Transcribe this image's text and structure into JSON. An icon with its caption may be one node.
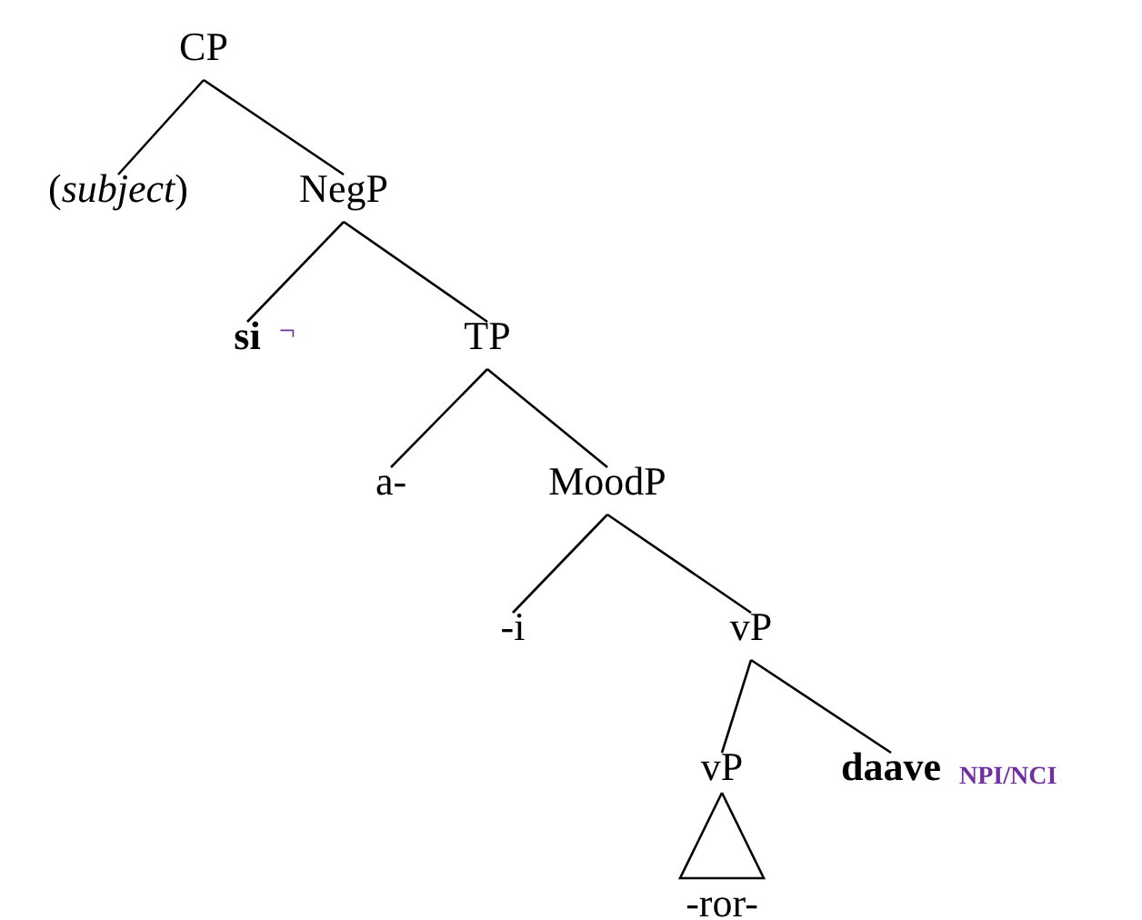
{
  "diagram": {
    "nodes": [
      {
        "text": [
          "CP"
        ]
      },
      {
        "text": [
          "(*subject*)"
        ]
      },
      {
        "text": [
          "NegP"
        ]
      },
      {
        "text": [
          "si"
        ],
        "beside": [
          "¬"
        ]
      },
      {
        "text": [
          "TP"
        ]
      },
      {
        "text": [
          "a-"
        ]
      },
      {
        "text": [
          "MoodP"
        ]
      },
      {
        "text": [
          "-i"
        ]
      },
      {
        "text": [
          "vP"
        ]
      },
      {
        "text": [
          "vP"
        ]
      },
      {
        "text": [
          "daave"
        ],
        "beside": [
          "NPI/NCI"
        ]
      },
      {
        "text": [
          "-ror-"
        ]
      }
    ],
    "edges": [
      {
        "from": 0,
        "to": 1,
        "arrow": "none"
      },
      {
        "from": 0,
        "to": 2,
        "arrow": "none"
      },
      {
        "from": 2,
        "to": 3,
        "arrow": "none"
      },
      {
        "from": 2,
        "to": 4,
        "arrow": "none"
      },
      {
        "from": 4,
        "to": 5,
        "arrow": "none"
      },
      {
        "from": 4,
        "to": 6,
        "arrow": "none"
      },
      {
        "from": 6,
        "to": 7,
        "arrow": "none"
      },
      {
        "from": 6,
        "to": 8,
        "arrow": "none"
      },
      {
        "from": 8,
        "to": 9,
        "arrow": "none"
      },
      {
        "from": 8,
        "to": 10,
        "arrow": "none"
      },
      {
        "from": 9,
        "to": 11,
        "arrow": "none"
      }
    ]
  }
}
